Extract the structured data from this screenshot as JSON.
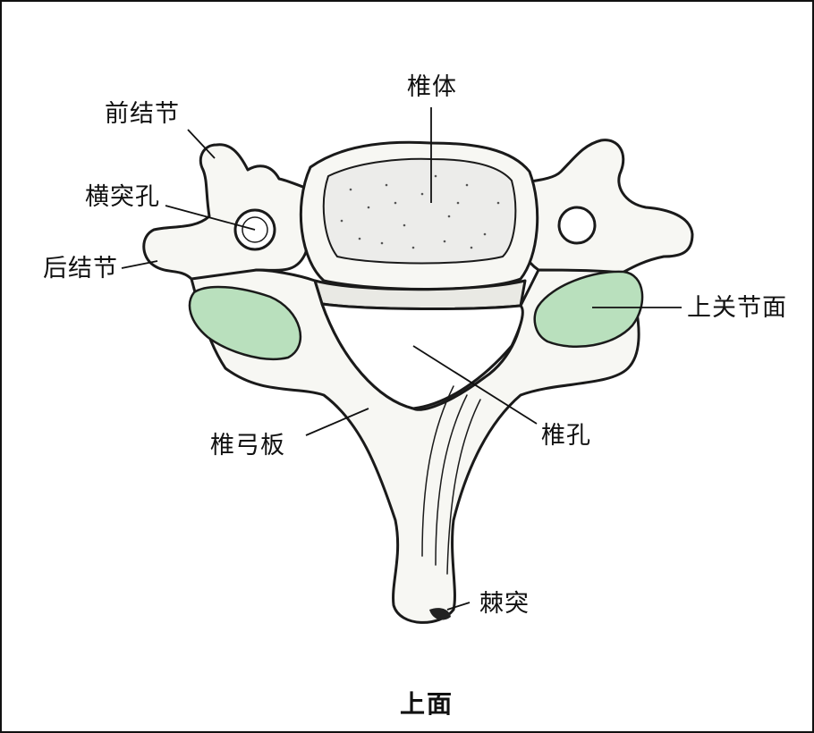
{
  "labels": {
    "vertebral_body": "椎体",
    "anterior_tubercle": "前结节",
    "transverse_foramen": "横突孔",
    "posterior_tubercle": "后结节",
    "superior_articular_surface": "上关节面",
    "lamina": "椎弓板",
    "vertebral_foramen": "椎孔",
    "spinous_process": "棘突"
  },
  "caption": "上面",
  "colors": {
    "bone_outline": "#1a1a1a",
    "bone_fill": "#f7f7f3",
    "articular_surface": "#b9e0bd",
    "frame": "#111111"
  }
}
